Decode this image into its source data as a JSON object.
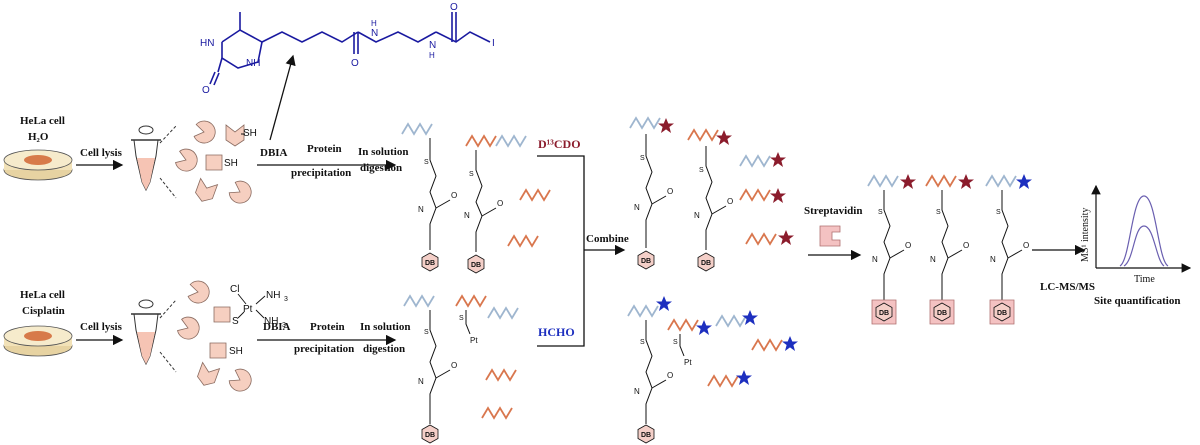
{
  "colors": {
    "wave_blue": "#9fb6cf",
    "wave_orange": "#d9774e",
    "star_red": "#8b1c2c",
    "star_blue": "#1d2fbf",
    "dbia_structure": "#1a1aa0",
    "pink": "#f4c2c2",
    "dish": "#f2e2b8"
  },
  "icons": [
    "petri-dish",
    "microtube",
    "protein-fragment",
    "star",
    "streptavidin",
    "biotin-tag"
  ],
  "top_row": {
    "sample_line1": "HeLa cell",
    "sample_line2": "H₂O",
    "lysis": "Cell lysis",
    "thiol1": "SH",
    "thiol2": "SH",
    "probe": "DBIA",
    "step_protein1": "Protein",
    "step_protein2": "precipitation",
    "step_solution1": "In solution",
    "step_solution2": "digestion",
    "label_reagent": "D¹³CDO"
  },
  "bottom_row": {
    "sample_line1": "HeLa cell",
    "sample_line2": "Cisplatin",
    "lysis": "Cell lysis",
    "thiol": "SH",
    "probe": "DBIA",
    "step_protein1": "Protein",
    "step_protein2": "precipitation",
    "step_solution1": "In solution",
    "step_solution2": "digestion",
    "label_reagent": "HCHO",
    "pt": "Pt"
  },
  "cisplatin": {
    "cl": "Cl",
    "s": "S",
    "pt": "Pt",
    "nh3_a": "NH",
    "nh3_b": "NH",
    "sub": "3"
  },
  "dbia_structure": {
    "hn": "HN",
    "nh": "NH",
    "o1": "O",
    "o2": "O",
    "o3": "O",
    "n1": "N",
    "n2": "N",
    "h1": "H",
    "h2": "H",
    "iodo": "I"
  },
  "labels": {
    "combine": "Combine",
    "streptavidin": "Streptavidin",
    "lcms": "LC-MS/MS",
    "site_quant": "Site quantification",
    "db_tag": "DB",
    "s": "S",
    "n": "N",
    "h": "H",
    "o": "O"
  },
  "chart": {
    "ylabel": "MS¹ intensity",
    "xlabel": "Time"
  }
}
